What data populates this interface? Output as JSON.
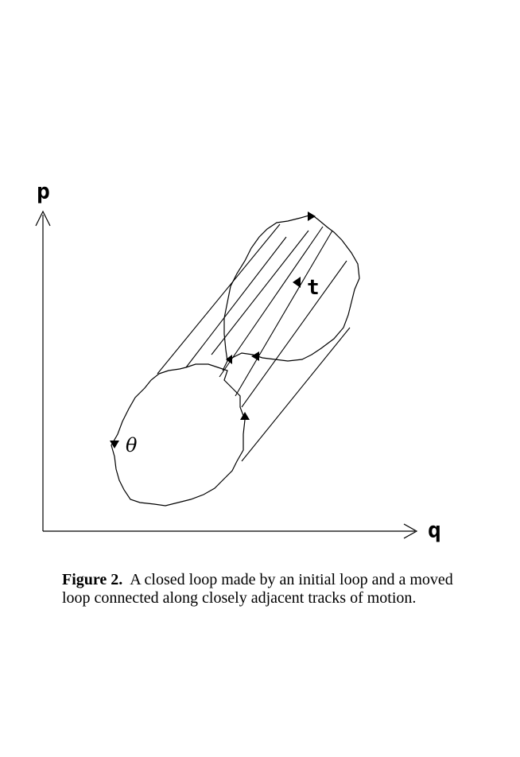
{
  "axes": {
    "x_label": "q",
    "y_label": "p"
  },
  "labels": {
    "parameter_t": "t",
    "parameter_theta": "θ"
  },
  "caption": {
    "label": "Figure 2.",
    "text": "A closed loop made by an initial loop and a moved loop connected along closely adjacent tracks of motion."
  }
}
